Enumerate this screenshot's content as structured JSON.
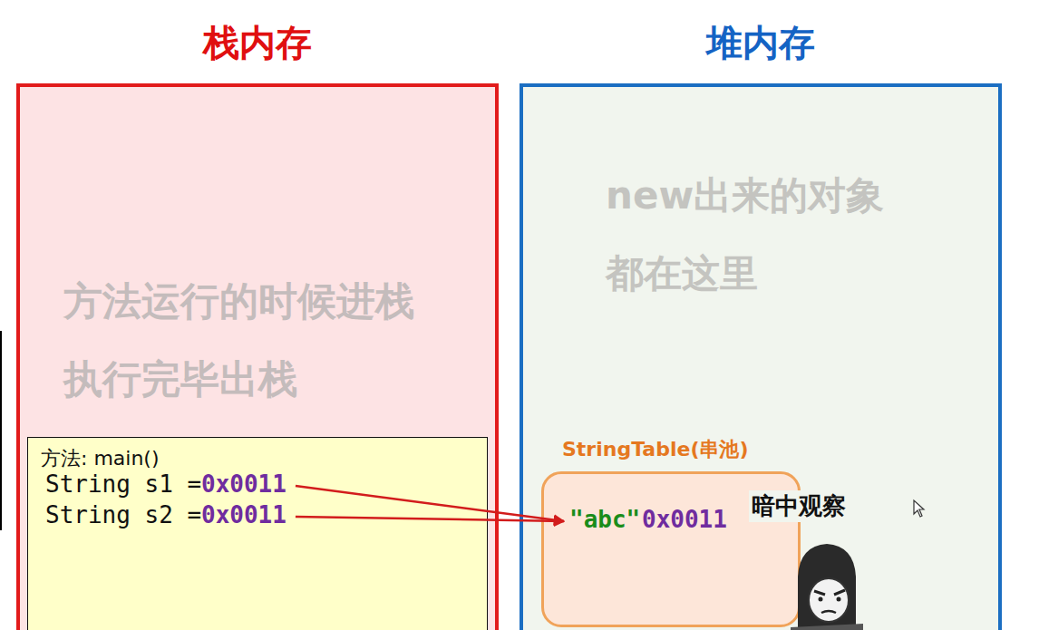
{
  "diagram": {
    "nodes": [
      {
        "text": [
          "栈内存",
          "方法运行的时候进栈 执行完毕出栈"
        ]
      },
      {
        "text": [
          "堆内存",
          "new出来的对象 都在这里"
        ]
      },
      {
        "text": [
          "方法: main()",
          "String s1 =",
          "0x0011",
          "String s2 =",
          "0x0011"
        ],
        "in": 0
      },
      {
        "text": [
          "StringTable(串池)",
          "\"abc\"",
          "0x0011"
        ],
        "in": 1
      }
    ],
    "edges": [
      {
        "from": 2,
        "to": 3,
        "arrow": "to"
      },
      {
        "from": 2,
        "to": 3,
        "arrow": "to"
      }
    ],
    "labels": [
      "暗中观察"
    ]
  }
}
